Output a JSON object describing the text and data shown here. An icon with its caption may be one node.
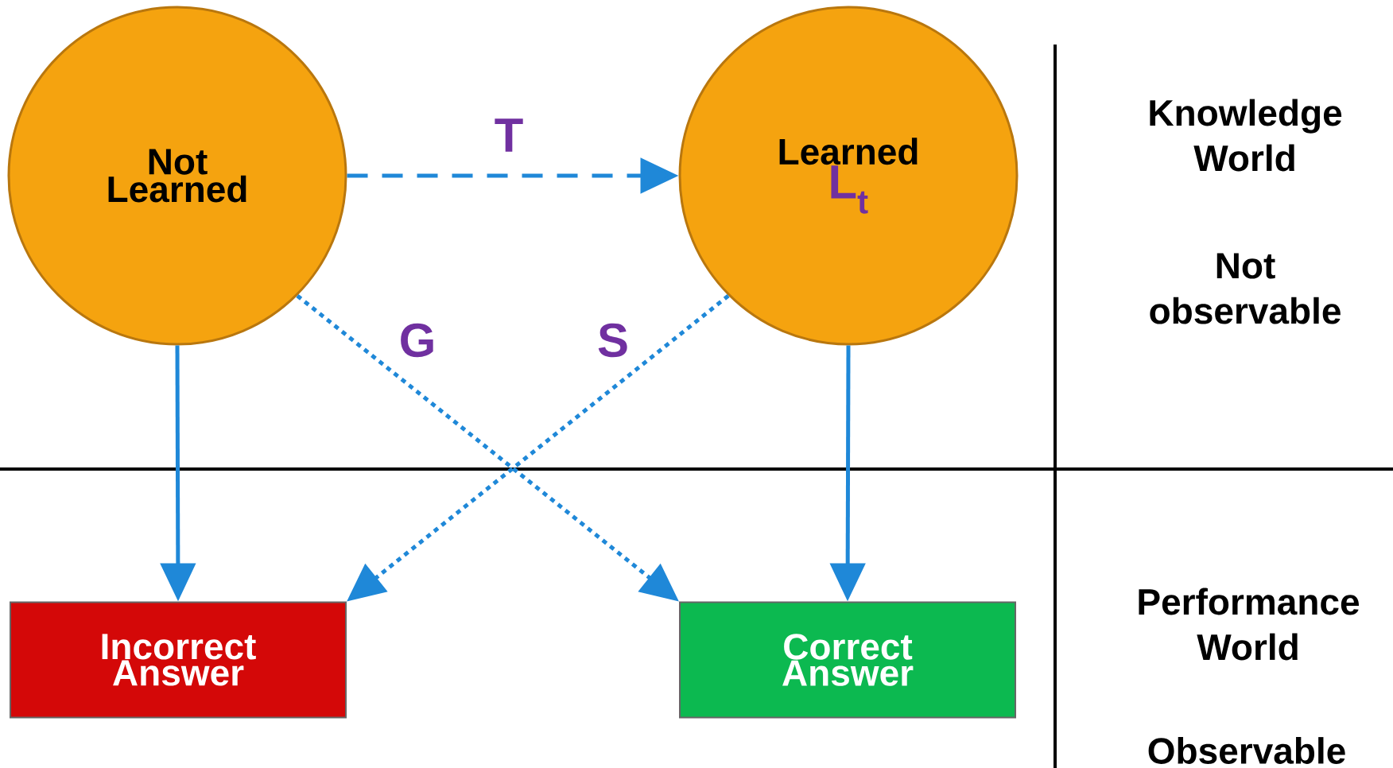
{
  "diagram": {
    "nodes": [
      {
        "text": [
          "Not Learned"
        ]
      },
      {
        "text": [
          "Learned",
          "L$_{t}$"
        ]
      },
      {
        "text": [
          "Incorrect Answer"
        ]
      },
      {
        "text": [
          "Correct Answer"
        ]
      }
    ],
    "edges": [
      {
        "from": 0,
        "to": 1,
        "arrow": "to",
        "label": "T",
        "style": "dashed"
      },
      {
        "from": 0,
        "to": 2,
        "arrow": "to"
      },
      {
        "from": 1,
        "to": 3,
        "arrow": "to"
      },
      {
        "from": 0,
        "to": 3,
        "arrow": "to",
        "label": "G",
        "style": "dashed"
      },
      {
        "from": 1,
        "to": 2,
        "arrow": "to",
        "label": "S",
        "style": "dashed"
      }
    ],
    "labels": [
      "Knowledge World",
      "Not observable",
      "Performance World",
      "Observable"
    ]
  }
}
